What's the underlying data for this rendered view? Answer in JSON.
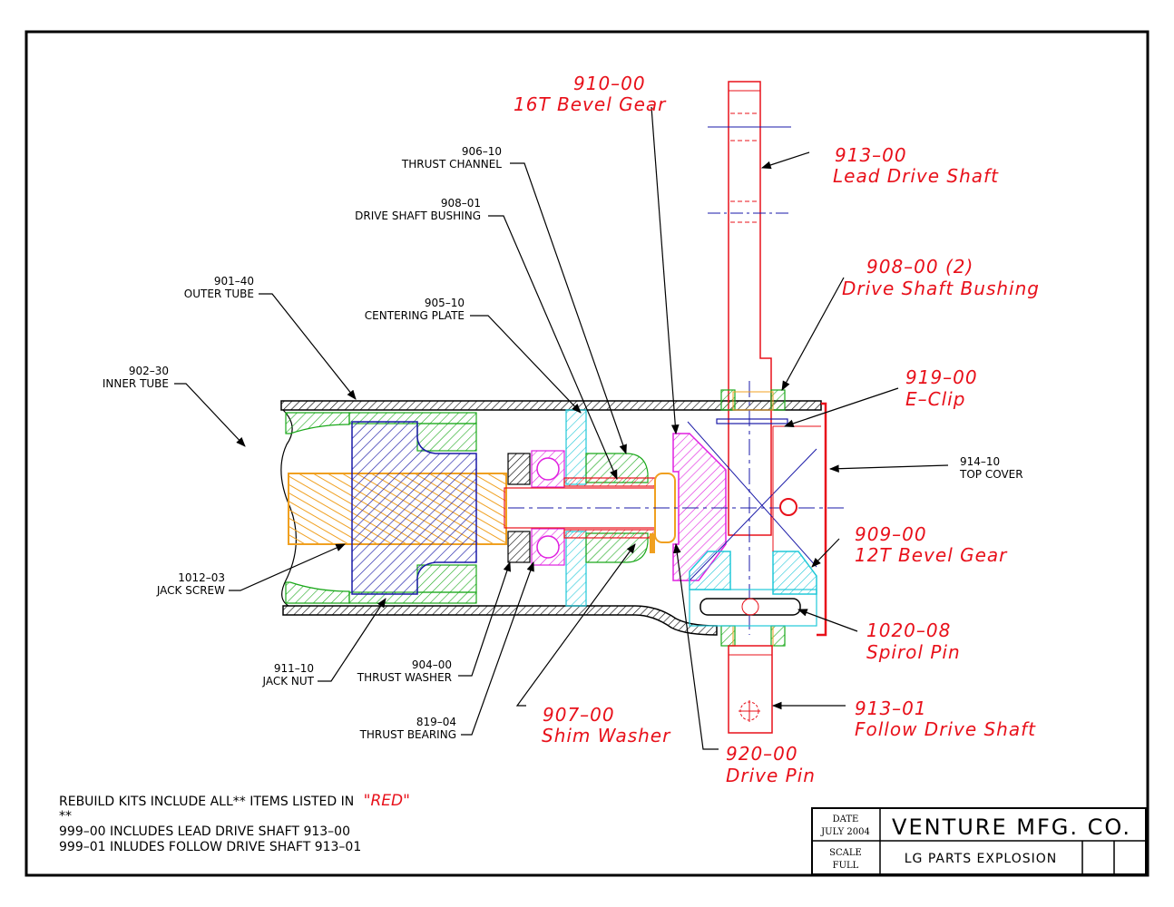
{
  "labels_black": [
    {
      "id": "906-10",
      "line1": "906–10",
      "line2": "THRUST CHANNEL"
    },
    {
      "id": "908-01",
      "line1": "908–01",
      "line2": "DRIVE SHAFT BUSHING"
    },
    {
      "id": "905-10",
      "line1": "905–10",
      "line2": "CENTERING PLATE"
    },
    {
      "id": "901-40",
      "line1": "901–40",
      "line2": "OUTER TUBE"
    },
    {
      "id": "902-30",
      "line1": "902–30",
      "line2": "INNER TUBE"
    },
    {
      "id": "1012-03",
      "line1": "1012–03",
      "line2": "JACK SCREW"
    },
    {
      "id": "911-10",
      "line1": "911–10",
      "line2": "JACK NUT"
    },
    {
      "id": "904-00",
      "line1": "904–00",
      "line2": "THRUST WASHER"
    },
    {
      "id": "819-04",
      "line1": "819–04",
      "line2": "THRUST BEARING"
    },
    {
      "id": "914-10",
      "line1": "914–10",
      "line2": "TOP COVER"
    }
  ],
  "labels_red": [
    {
      "id": "910-00",
      "line1": "910–00",
      "line2": "16T Bevel Gear"
    },
    {
      "id": "913-00",
      "line1": "913–00",
      "line2": "Lead Drive Shaft"
    },
    {
      "id": "908-00",
      "line1": "908–00  (2)",
      "line2": "Drive Shaft Bushing"
    },
    {
      "id": "919-00",
      "line1": "919–00",
      "line2": "E–Clip"
    },
    {
      "id": "909-00",
      "line1": "909–00",
      "line2": "12T Bevel Gear"
    },
    {
      "id": "1020-08",
      "line1": "1020–08",
      "line2": "Spirol Pin"
    },
    {
      "id": "913-01",
      "line1": "913–01",
      "line2": "Follow Drive Shaft"
    },
    {
      "id": "907-00",
      "line1": "907–00",
      "line2": "Shim Washer"
    },
    {
      "id": "920-00",
      "line1": "920–00",
      "line2": "Drive Pin"
    }
  ],
  "notes": {
    "rebuild_prefix": "REBUILD KITS INCLUDE ALL** ITEMS LISTED IN",
    "rebuild_red": "\"RED\"",
    "asterisks": "**",
    "line_999_00": "999–00 INCLUDES LEAD DRIVE SHAFT 913–00",
    "line_999_01": "999–01 INLUDES FOLLOW DRIVE SHAFT 913–01"
  },
  "title_block": {
    "date_label": "DATE",
    "date_value": "JULY 2004",
    "scale_label": "SCALE",
    "scale_value": "FULL",
    "company": "VENTURE MFG. CO.",
    "title": "LG PARTS EXPLOSION"
  },
  "colors": {
    "red": "#e8101a",
    "green": "#1aa81a",
    "blue": "#1a1aa8",
    "orange": "#f0a020",
    "cyan": "#20c8d8",
    "magenta": "#e020e0",
    "black": "#000000"
  }
}
